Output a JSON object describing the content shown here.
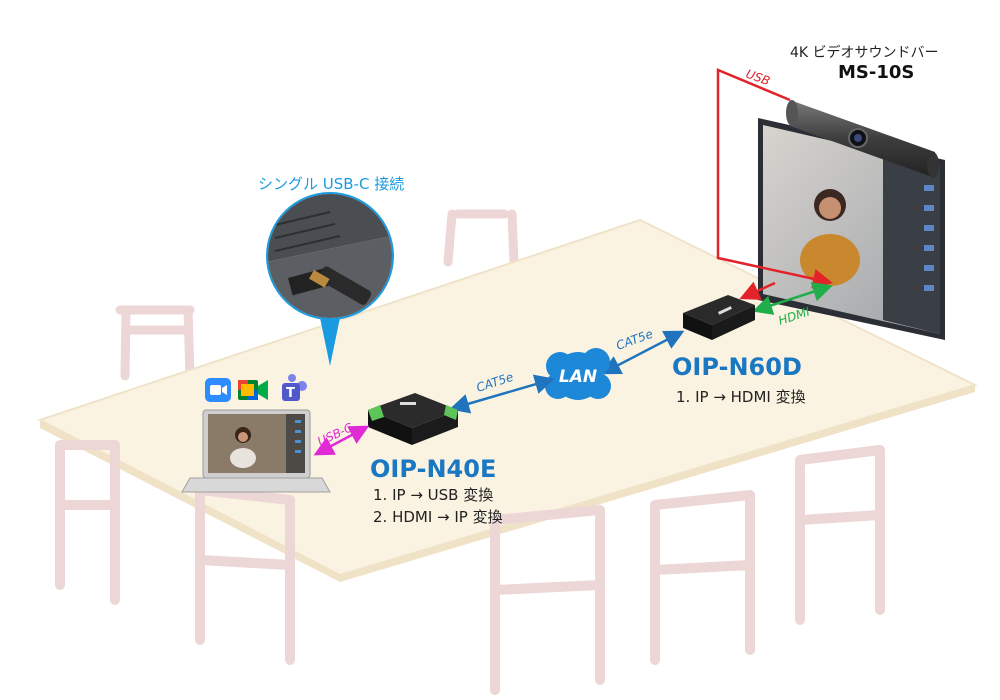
{
  "soundbar": {
    "subtitle": "4K ビデオサウンドバー",
    "model": "MS-10S"
  },
  "callout": {
    "title": "シングル USB-C 接続"
  },
  "links": {
    "usb": "USB",
    "hdmi": "HDMI",
    "usbc": "USB-C",
    "cat5e_left": "CAT5e",
    "cat5e_right": "CAT5e"
  },
  "lan": {
    "label": "LAN"
  },
  "encoder": {
    "model": "OIP-N40E",
    "features": [
      "1.  IP → USB 変換",
      "2.  HDMI → IP 変換"
    ]
  },
  "decoder": {
    "model": "OIP-N60D",
    "features": [
      "1. IP → HDMI 変換"
    ]
  },
  "apps": [
    "zoom-icon",
    "google-meet-icon",
    "teams-icon"
  ],
  "colors": {
    "usb": "#e3222a",
    "hdmi": "#1fae4a",
    "usbc": "#e02ad6",
    "cat5e": "#1f74bd",
    "brand_blue": "#1a78c2",
    "lan_cloud": "#1e88d8"
  }
}
